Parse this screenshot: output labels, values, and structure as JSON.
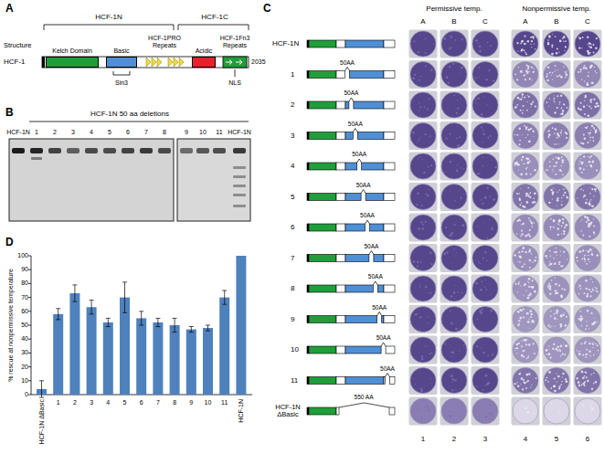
{
  "diagram": {
    "nodes": [
      {
        "text": [
          "Kelch Domain"
        ]
      },
      {
        "text": [
          "Basic"
        ]
      },
      {
        "text": [
          "Acidic"
        ]
      }
    ],
    "labels": [
      "A",
      "HCF-1N",
      "HCF-1C",
      "Structure",
      "HCF-1PRO Repeats",
      "HCF-1Fn3 Repeats",
      "HCF-1",
      "2035",
      "Sin3",
      "NLS",
      "B",
      "HCF-1N 50 aa deletions",
      "HCF-1N",
      "1",
      "2",
      "3",
      "4",
      "5",
      "6",
      "7",
      "8",
      "9",
      "10",
      "11",
      "HCF-1N",
      "C",
      "Permissive temp.",
      "Nonpermissive temp.",
      "A",
      "B",
      "C",
      "A",
      "B",
      "C",
      "HCF-1N",
      "1",
      "2",
      "3",
      "4",
      "5",
      "6",
      "7",
      "8",
      "9",
      "10",
      "11",
      "HCF-1N ΔBasic",
      "50AA",
      "50AA",
      "50AA",
      "50AA",
      "50AA",
      "50AA",
      "50AA",
      "50AA",
      "50AA",
      "50AA",
      "50AA",
      "550 AA",
      "1",
      "2",
      "3",
      "4",
      "5",
      "6",
      "D",
      "% rescue at nonpermissive temperature",
      "0",
      "10",
      "20",
      "30",
      "40",
      "50",
      "60",
      "70",
      "80",
      "90",
      "100",
      "HCF-1N ΔBasic",
      "1",
      "2",
      "3",
      "4",
      "5",
      "6",
      "7",
      "8",
      "9",
      "10",
      "11",
      "HCF-1N"
    ]
  }
}
